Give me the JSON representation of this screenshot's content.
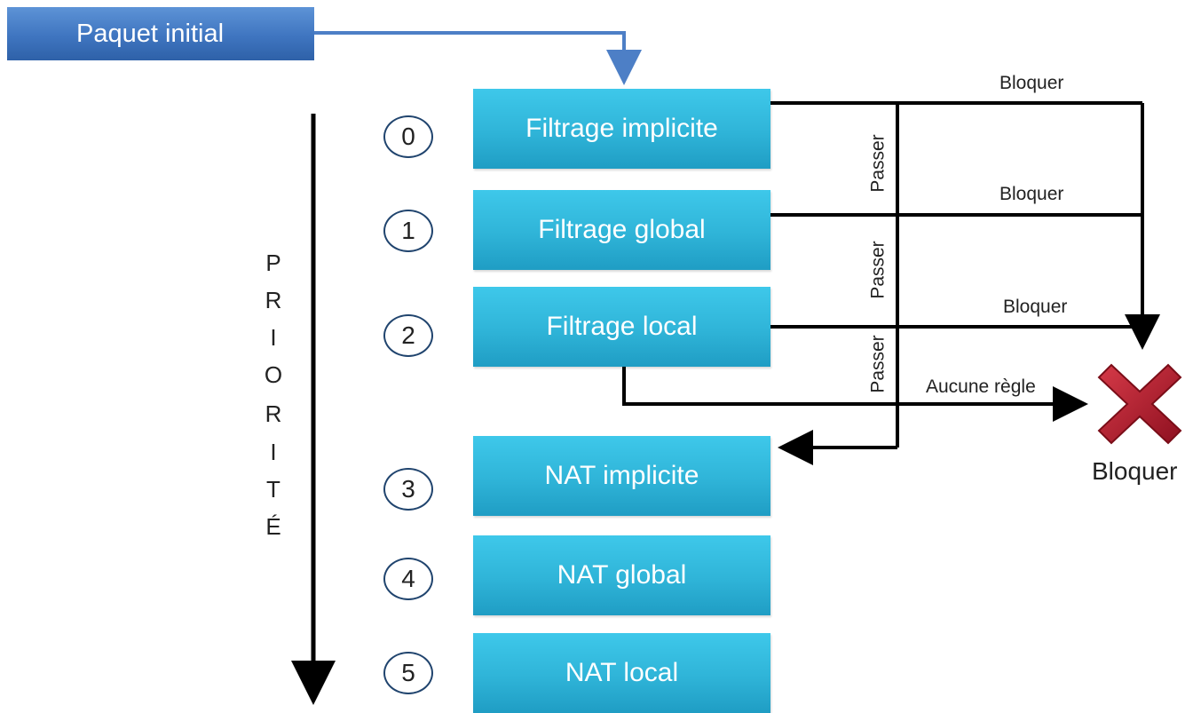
{
  "start": {
    "label": "Paquet initial"
  },
  "priority": {
    "letters": [
      "P",
      "R",
      "I",
      "O",
      "R",
      "I",
      "T",
      "É"
    ]
  },
  "stages": [
    {
      "num": "0",
      "label": "Filtrage implicite"
    },
    {
      "num": "1",
      "label": "Filtrage global"
    },
    {
      "num": "2",
      "label": "Filtrage local"
    },
    {
      "num": "3",
      "label": "NAT implicite"
    },
    {
      "num": "4",
      "label": "NAT global"
    },
    {
      "num": "5",
      "label": "NAT local"
    }
  ],
  "edges": {
    "block": "Bloquer",
    "pass": "Passer",
    "no_rule": "Aucune règle"
  },
  "result": {
    "label": "Bloquer",
    "icon": "red-x-icon"
  },
  "colors": {
    "start_box": "#3f75c0",
    "stage_box": "#2fb4d8",
    "arrow_blue": "#4d7fc6",
    "block_x": "#b01c2c"
  }
}
